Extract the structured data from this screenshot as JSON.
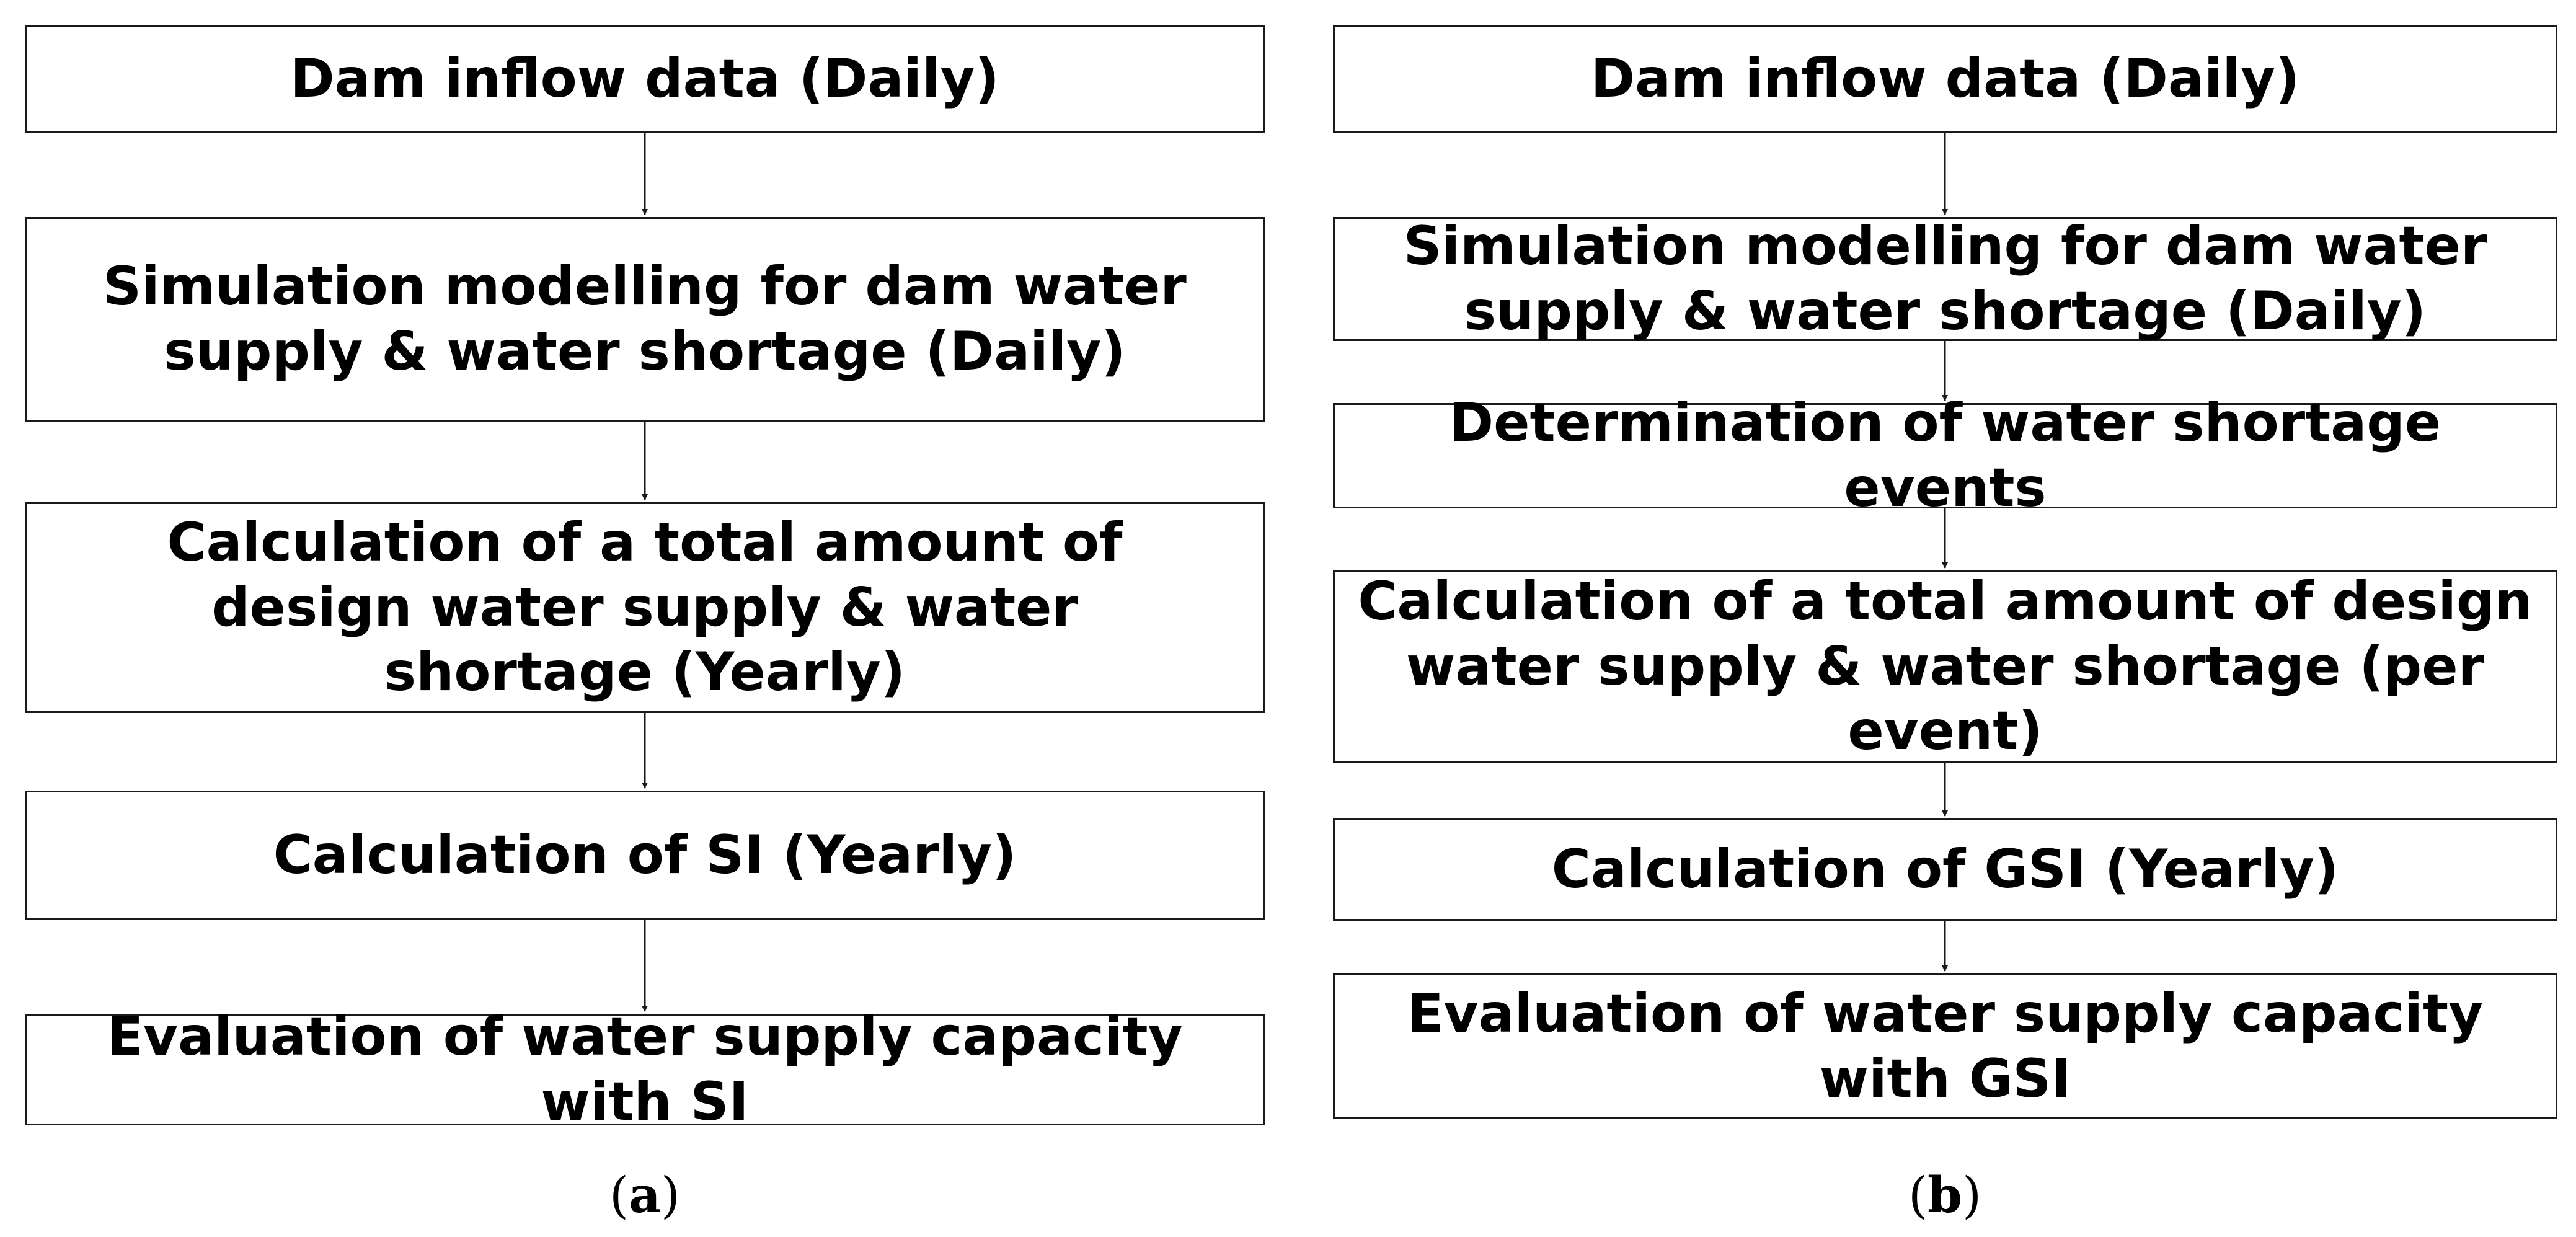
{
  "panel_a": {
    "steps": [
      "Dam inflow data (Daily)",
      "Simulation modelling for dam water supply & water shortage (Daily)",
      "Calculation of a total amount of design water supply & water shortage (Yearly)",
      "Calculation of SI (Yearly)",
      "Evaluation of water supply capacity with SI"
    ],
    "caption_open": "(",
    "caption_letter": "a",
    "caption_close": ")"
  },
  "panel_b": {
    "steps": [
      "Dam inflow data (Daily)",
      "Simulation modelling for dam water supply & water shortage (Daily)",
      "Determination of water shortage events",
      "Calculation of a total amount of design water supply & water shortage (per event)",
      "Calculation of GSI (Yearly)",
      "Evaluation of water supply capacity with GSI"
    ],
    "caption_open": "(",
    "caption_letter": "b",
    "caption_close": ")"
  }
}
